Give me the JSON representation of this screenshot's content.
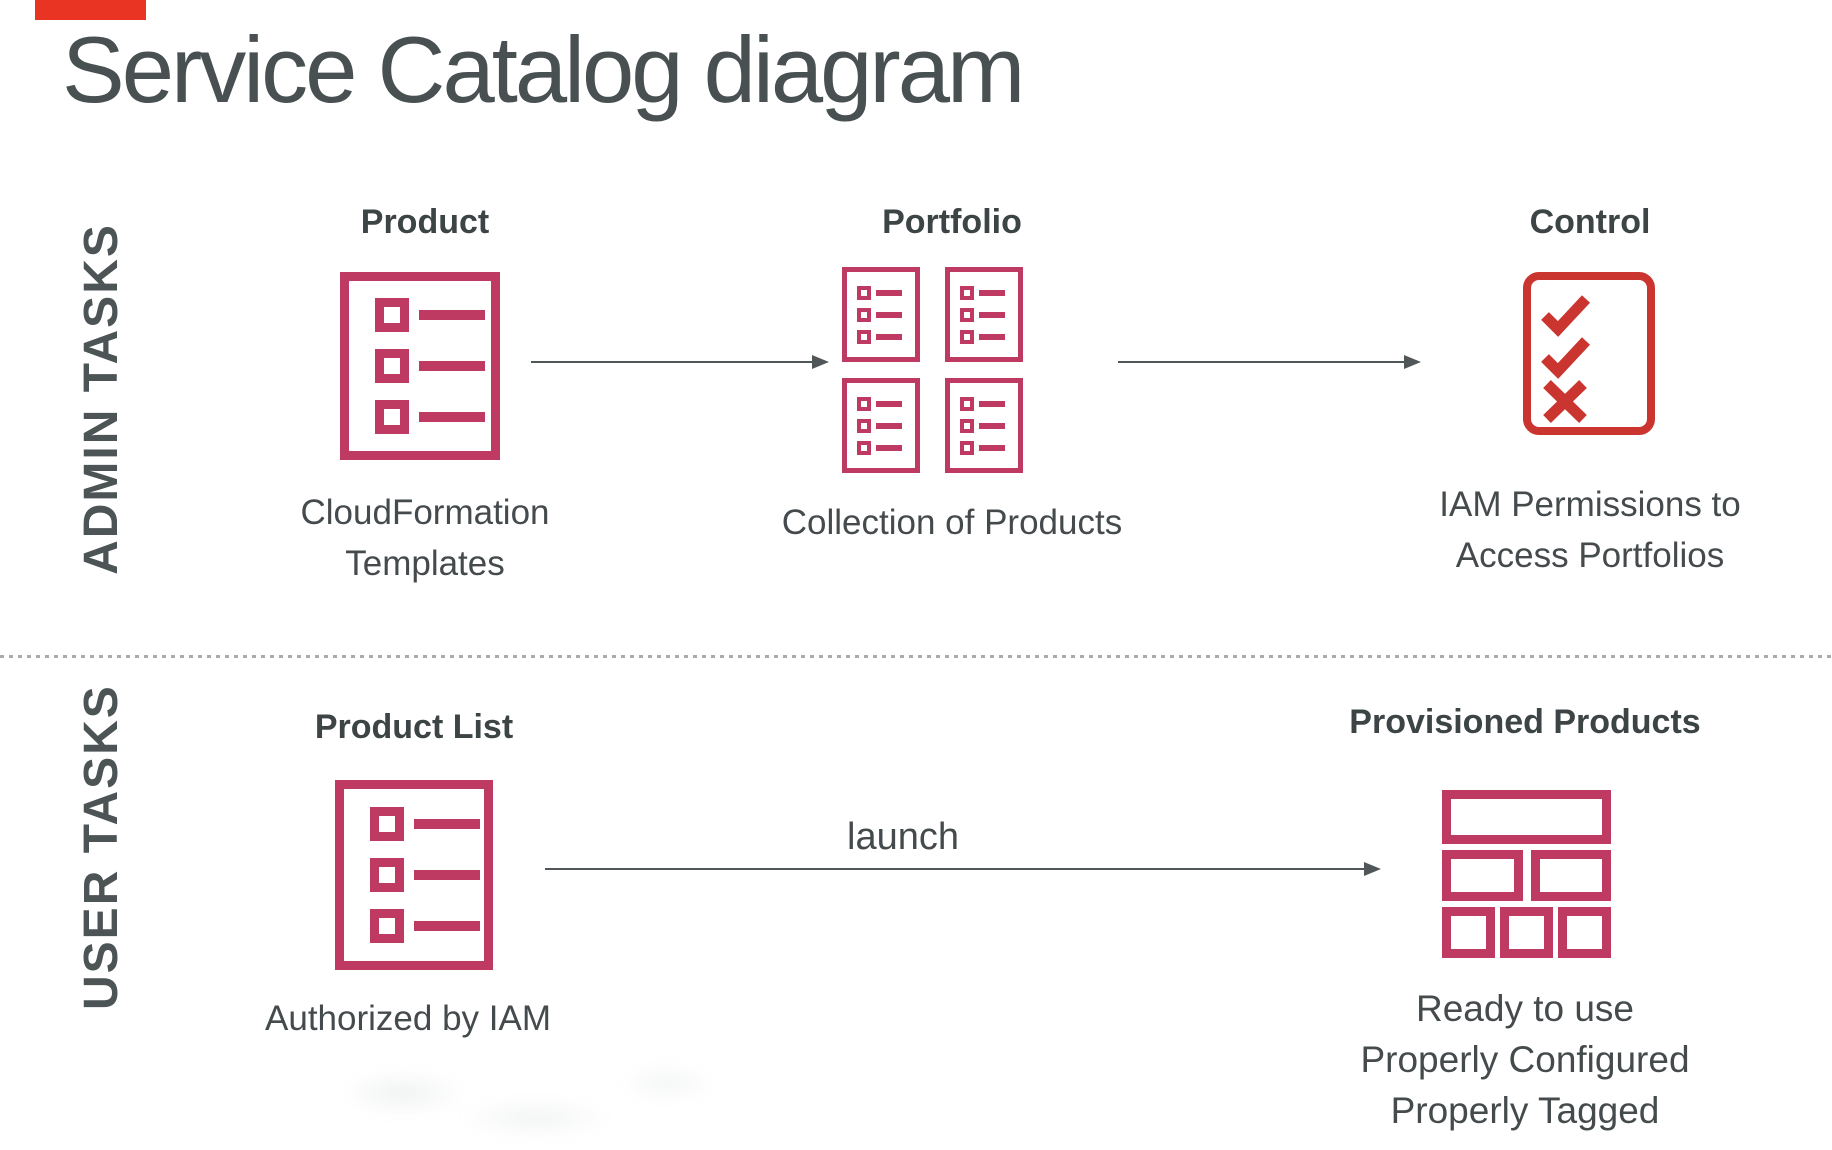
{
  "title": "Service Catalog diagram",
  "colors": {
    "accent_red": "#e93323",
    "magenta": "#bf3a62",
    "control_red": "#cb3530",
    "heading_text": "#3d4446",
    "body_text": "#454b4d",
    "title_text": "#485052",
    "side_label_text": "#4d5456",
    "arrow": "#515759",
    "divider": "#a8acac"
  },
  "admin": {
    "section_label": "ADMIN TASKS",
    "product": {
      "heading": "Product",
      "icon": "list-document-icon",
      "caption_line1": "CloudFormation",
      "caption_line2": "Templates"
    },
    "portfolio": {
      "heading": "Portfolio",
      "icon": "list-document-grid-icon",
      "caption": "Collection of Products"
    },
    "control": {
      "heading": "Control",
      "icon": "checklist-icon",
      "caption_line1": "IAM Permissions to",
      "caption_line2": "Access Portfolios"
    }
  },
  "user": {
    "section_label": "USER TASKS",
    "product_list": {
      "heading": "Product List",
      "icon": "list-document-icon",
      "caption": "Authorized by IAM"
    },
    "launch_label": "launch",
    "provisioned": {
      "heading": "Provisioned Products",
      "icon": "blocks-grid-icon",
      "caption_line1": "Ready to use",
      "caption_line2": "Properly Configured",
      "caption_line3": "Properly Tagged"
    }
  }
}
